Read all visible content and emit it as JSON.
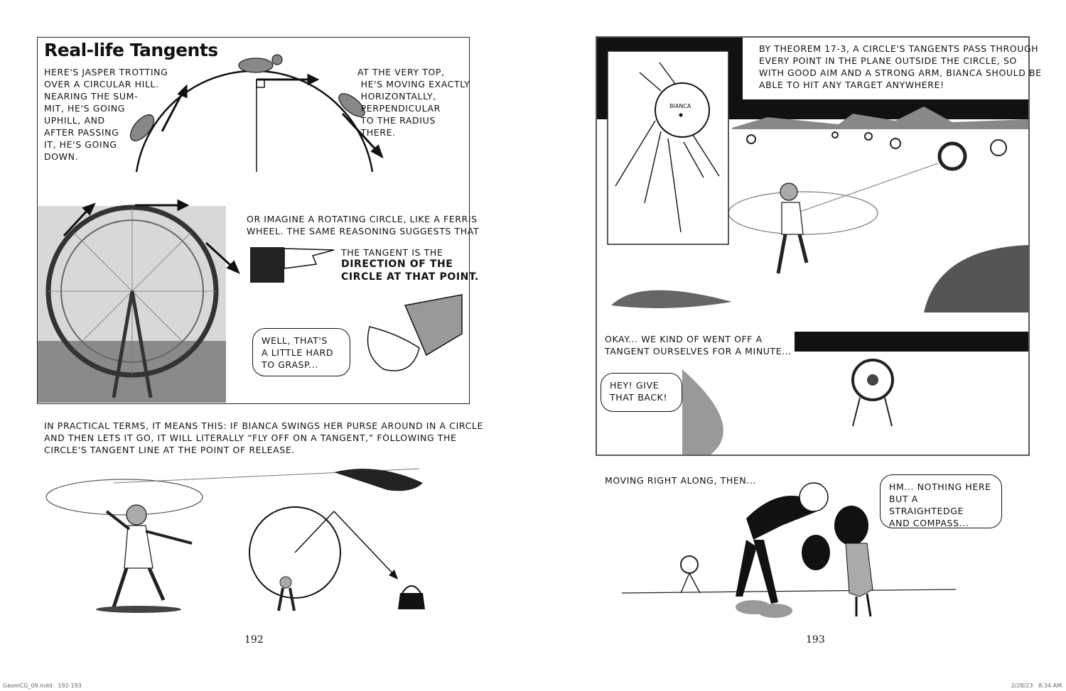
{
  "left_page": {
    "title": "Real-life Tangents",
    "jasper_caption": "Here's Jasper trotting\nover a circular hill.\nNearing the sum-\nmit, he's going\nuphill, and\nafter passing\nit, he's going\ndown.",
    "top_caption": "At the very top,\n he's moving exactly\n horizontally,\n perpendicular\n to the radius\n there.",
    "ferris_caption": "Or imagine a rotating circle, like a Ferris\nwheel. The same reasoning suggests that",
    "tangent_caption_intro": "The tangent is the",
    "tangent_caption_bold": "direction of the\ncircle at that point.",
    "speech_grasp": "Well, that's\na little hard\nto grasp...",
    "practical_caption": "In practical terms, it means this: if Bianca swings her purse around in a circle\nand then lets it go, it will literally “fly off on a tangent,” following the\ncircle's tangent line at the point of release.",
    "page_number": "192"
  },
  "right_page": {
    "theorem_caption": "By Theorem 17-3, a circle's tangents pass through\nevery point in the plane outside the circle, so\nwith good aim and a strong arm, Bianca should be\nable to hit any target anywhere!",
    "diagram_label": "Bianca",
    "tangent_caption": "Okay... we kind of went off a\ntangent ourselves for a minute...",
    "speech_give_back": "Hey! Give\nthat back!",
    "moving_caption": "Moving right along, then...",
    "speech_nothing": "Hm... nothing here\nbut a straightedge\nand compass...",
    "page_number": "193"
  },
  "footer": {
    "file": "GeomCG_09.indd   192-193",
    "timestamp": "2/28/23   8:34 AM"
  }
}
